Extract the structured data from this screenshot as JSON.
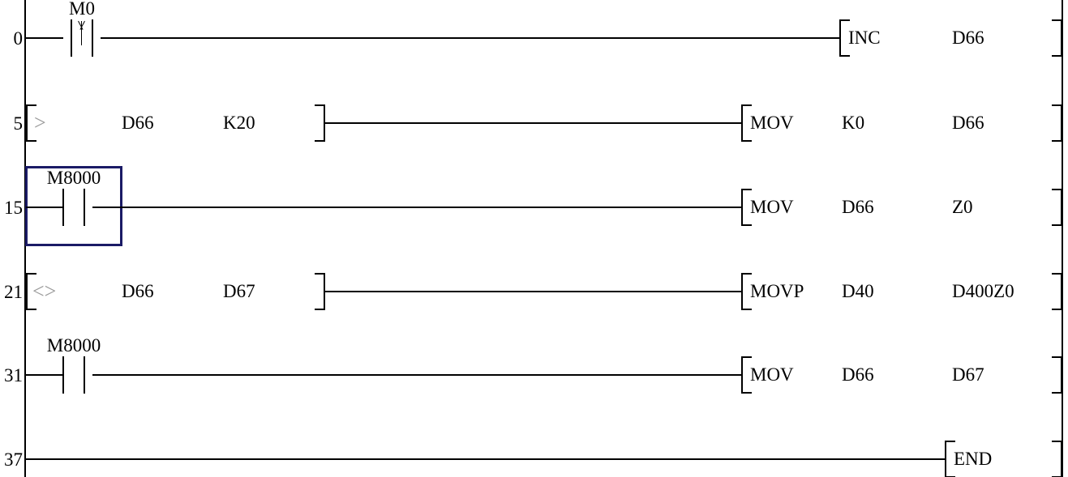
{
  "editor": {
    "type": "plc-ladder-diagram",
    "colors": {
      "background": "#ffffff",
      "line": "#000000",
      "text": "#000000",
      "selection_border": "#1b1b66",
      "comparison_glyph": "#9a9a9a"
    }
  },
  "rungs": [
    {
      "step": "0",
      "contact": {
        "label": "M0",
        "type": "rising-edge"
      },
      "instruction": "INC",
      "operands": [
        "D66"
      ]
    },
    {
      "step": "5",
      "compare": {
        "glyph": ">",
        "operands": [
          "D66",
          "K20"
        ]
      },
      "instruction": "MOV",
      "operands": [
        "K0",
        "D66"
      ]
    },
    {
      "step": "15",
      "contact": {
        "label": "M8000",
        "type": "normally-open",
        "selected": true
      },
      "instruction": "MOV",
      "operands": [
        "D66",
        "Z0"
      ]
    },
    {
      "step": "21",
      "compare": {
        "glyph": "<>",
        "operands": [
          "D66",
          "D67"
        ]
      },
      "instruction": "MOVP",
      "operands": [
        "D40",
        "D400Z0"
      ]
    },
    {
      "step": "31",
      "contact": {
        "label": "M8000",
        "type": "normally-open"
      },
      "instruction": "MOV",
      "operands": [
        "D66",
        "D67"
      ]
    },
    {
      "step": "37",
      "instruction": "END",
      "operands": []
    }
  ]
}
